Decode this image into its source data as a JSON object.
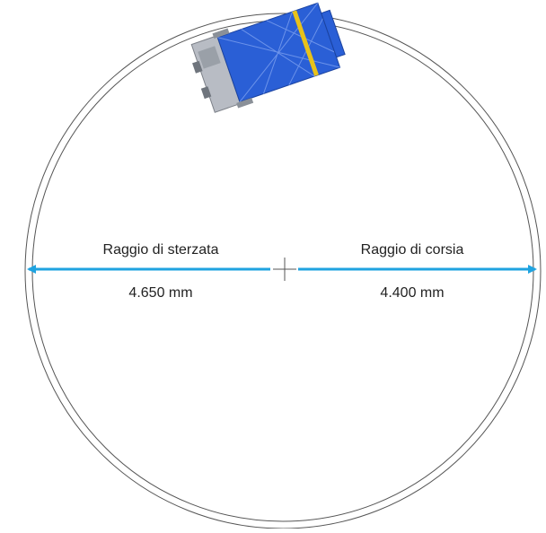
{
  "labels": {
    "steering_radius_title": "Raggio di sterzata",
    "steering_radius_value": "4.650 mm",
    "lane_radius_title": "Raggio di corsia",
    "lane_radius_value": "4.400 mm"
  },
  "colors": {
    "arrow": "#1fa3e0",
    "circle": "#555555",
    "vehicle_body": "#2a5fd6",
    "vehicle_stripe": "#e8c21a"
  },
  "icons": {
    "vehicle": "machine-top-view-icon",
    "center": "center-cross-icon"
  }
}
